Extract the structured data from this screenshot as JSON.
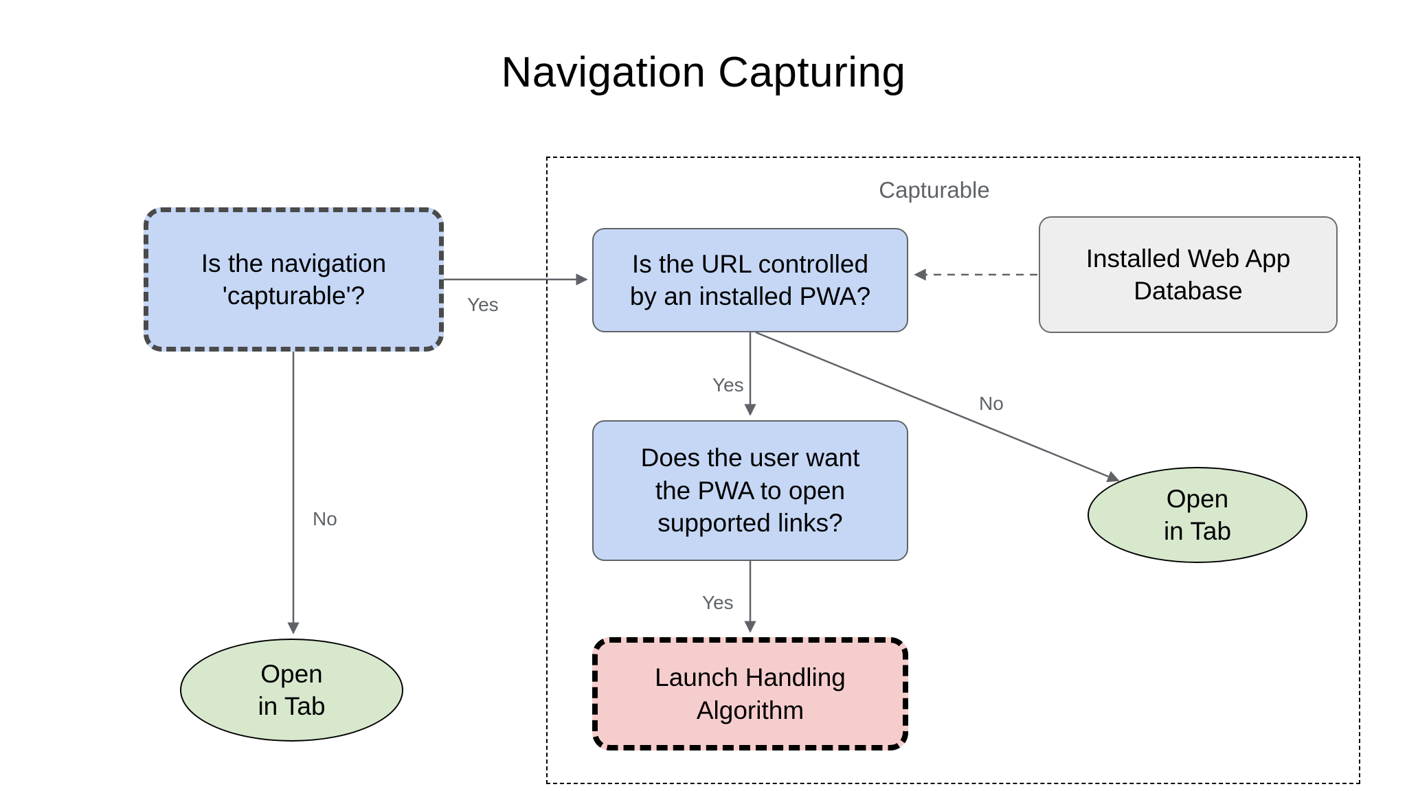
{
  "title": "Navigation Capturing",
  "group": {
    "label": "Capturable"
  },
  "nodes": {
    "is_capturable": "Is the navigation\n'capturable'?",
    "url_controlled": "Is the URL controlled\nby an installed PWA?",
    "web_app_db": "Installed Web App\nDatabase",
    "user_want": "Does the user want\nthe PWA to open\nsupported links?",
    "launch_handling": "Launch Handling\nAlgorithm",
    "open_in_tab_left": "Open\nin Tab",
    "open_in_tab_right": "Open\nin Tab"
  },
  "edge_labels": {
    "capturable_yes": "Yes",
    "capturable_no": "No",
    "url_yes": "Yes",
    "url_no": "No",
    "user_yes": "Yes"
  },
  "colors": {
    "decision_fill": "#c5d7f5",
    "decision_stroke": "#5f6368",
    "datastore_fill": "#eeeeee",
    "datastore_stroke": "#6b6b6b",
    "terminal_fill": "#d7e8cd",
    "terminal_stroke": "#000000",
    "algorithm_fill": "#f6cdcd",
    "algorithm_stroke": "#000000",
    "edge_stroke": "#5f6368",
    "label_text": "#5f6368",
    "group_border": "#000000",
    "background": "#ffffff"
  }
}
